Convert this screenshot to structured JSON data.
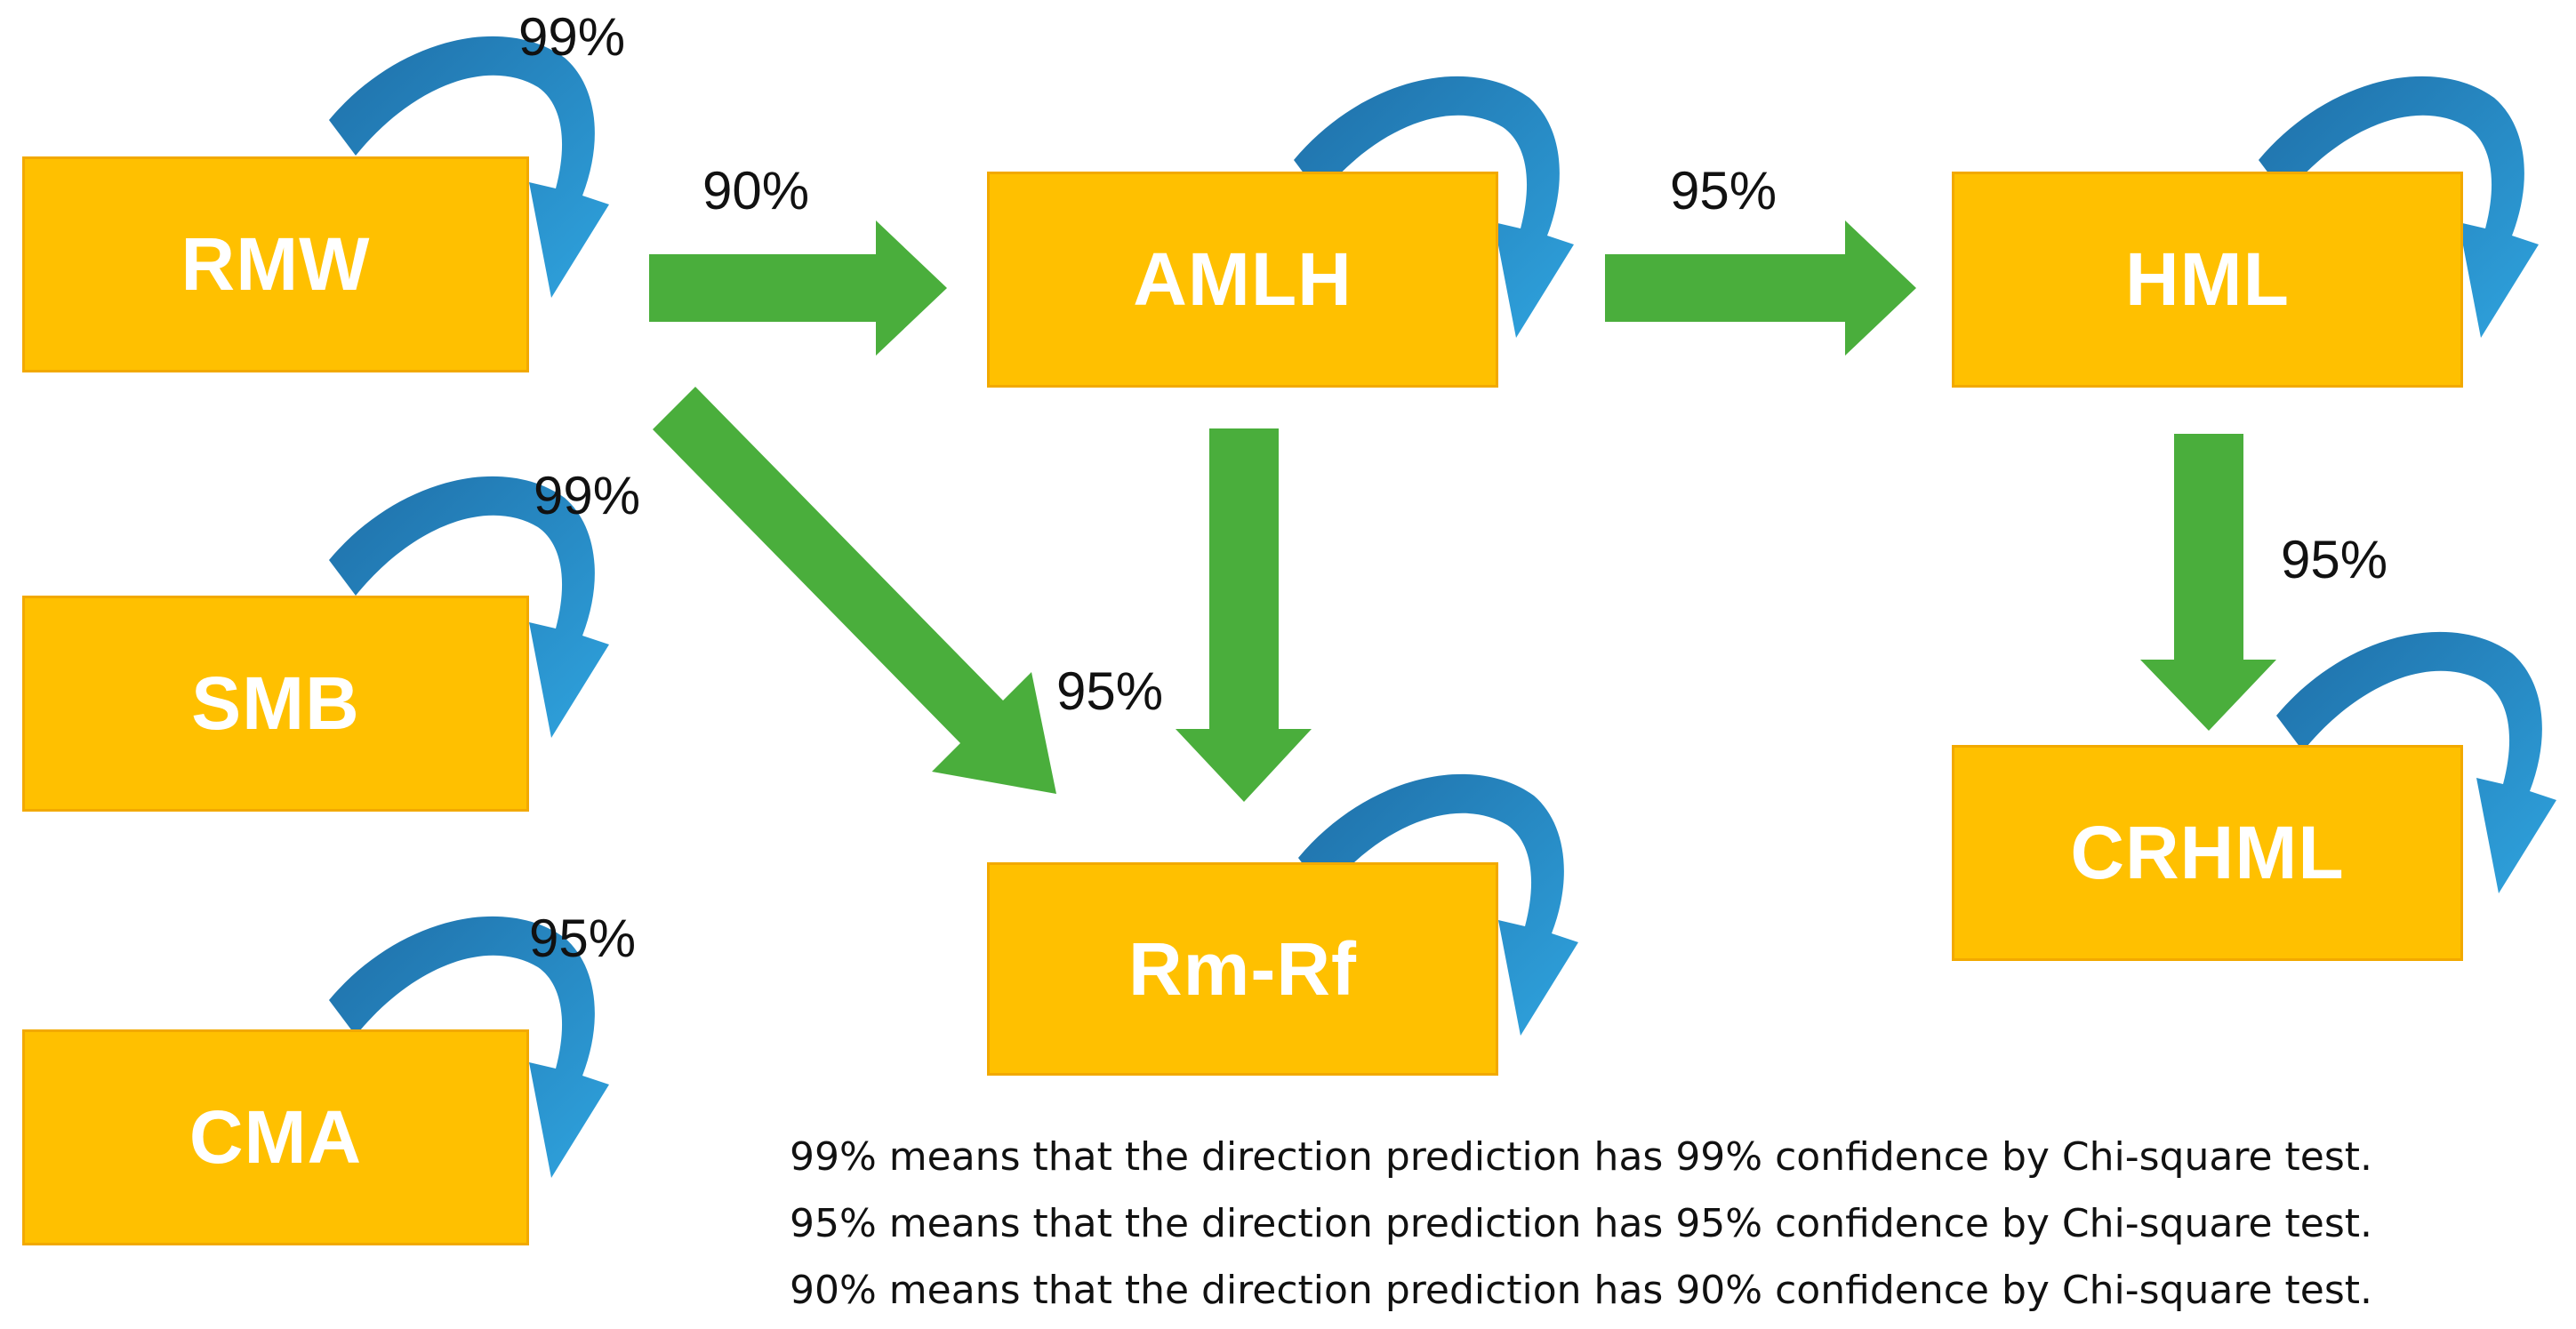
{
  "colors": {
    "box_fill": "#FFC000",
    "box_text": "#FFFFFF",
    "arrow_green": "#4AAE3C",
    "self_loop_blue": "#2E8BC9"
  },
  "nodes": {
    "rmw": "RMW",
    "smb": "SMB",
    "cma": "CMA",
    "amlh": "AMLH",
    "hml": "HML",
    "rmrf": "Rm-Rf",
    "crhml": "CRHML"
  },
  "self_loops": {
    "rmw": "99%",
    "smb": "99%",
    "cma": "95%"
  },
  "edges": {
    "rmw_to_amlh": "90%",
    "amlh_to_hml": "95%",
    "to_rmrf": "95%",
    "hml_to_crhml": "95%"
  },
  "legend": [
    "99% means that the direction prediction has 99% confidence by Chi-square test.",
    "95% means that the direction prediction has 95% confidence by Chi-square test.",
    "90% means that the direction prediction has 90% confidence by Chi-square test."
  ]
}
